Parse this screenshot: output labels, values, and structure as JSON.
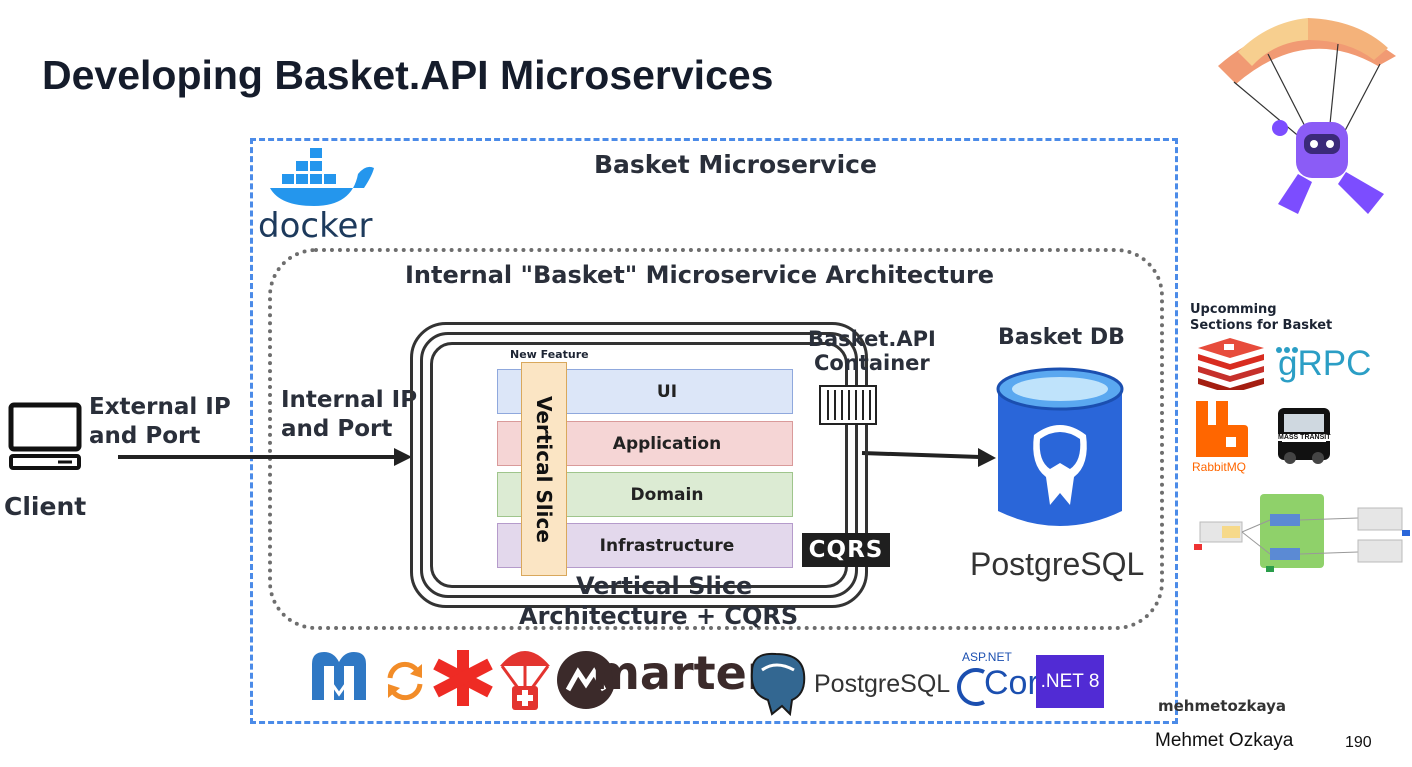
{
  "slide": {
    "title": "Developing Basket.API Microservices",
    "page_number": "190",
    "author_name": "Mehmet Ozkaya",
    "author_handle": "mehmetozkaya"
  },
  "diagram": {
    "outer_title": "Basket Microservice",
    "inner_title": "Internal \"Basket\" Microservice Architecture",
    "docker_label": "docker",
    "client_label": "Client",
    "external_label_line1": "External IP",
    "external_label_line2": "and Port",
    "internal_label_line1": "Internal IP",
    "internal_label_line2": "and Port",
    "container_label_line1": "Basket.API",
    "container_label_line2": "Container",
    "db_label": "Basket DB",
    "db_logo_text": "PostgreSQL",
    "new_feature_label": "New Feature",
    "vertical_slice_label": "Vertical Slice",
    "layers": [
      "UI",
      "Application",
      "Domain",
      "Infrastructure"
    ],
    "cqrs_label": "CQRS",
    "architecture_line1": "Vertical Slice",
    "architecture_line2": "Architecture + CQRS"
  },
  "tech_logos": {
    "marten": "marten",
    "postgresql": "PostgreSQL",
    "aspnet_top": "ASP.NET",
    "aspnet_core": "Core",
    "dotnet": ".NET 8"
  },
  "upcoming": {
    "title_line1": "Upcomming",
    "title_line2": "Sections for Basket",
    "grpc": "gRPC",
    "rabbitmq": "RabbitMQ",
    "masstransit": "MASS TRANSIT"
  },
  "colors": {
    "ui_layer": "#dce6f8",
    "application_layer": "#f5d5d5",
    "domain_layer": "#dcebd3",
    "infrastructure_layer": "#e3d8ec",
    "docker_blue": "#2496ed",
    "postgres_blue": "#336791",
    "dotnet_purple": "#512bd4",
    "redis_red": "#d82c20",
    "rabbitmq_orange": "#ff6600"
  }
}
